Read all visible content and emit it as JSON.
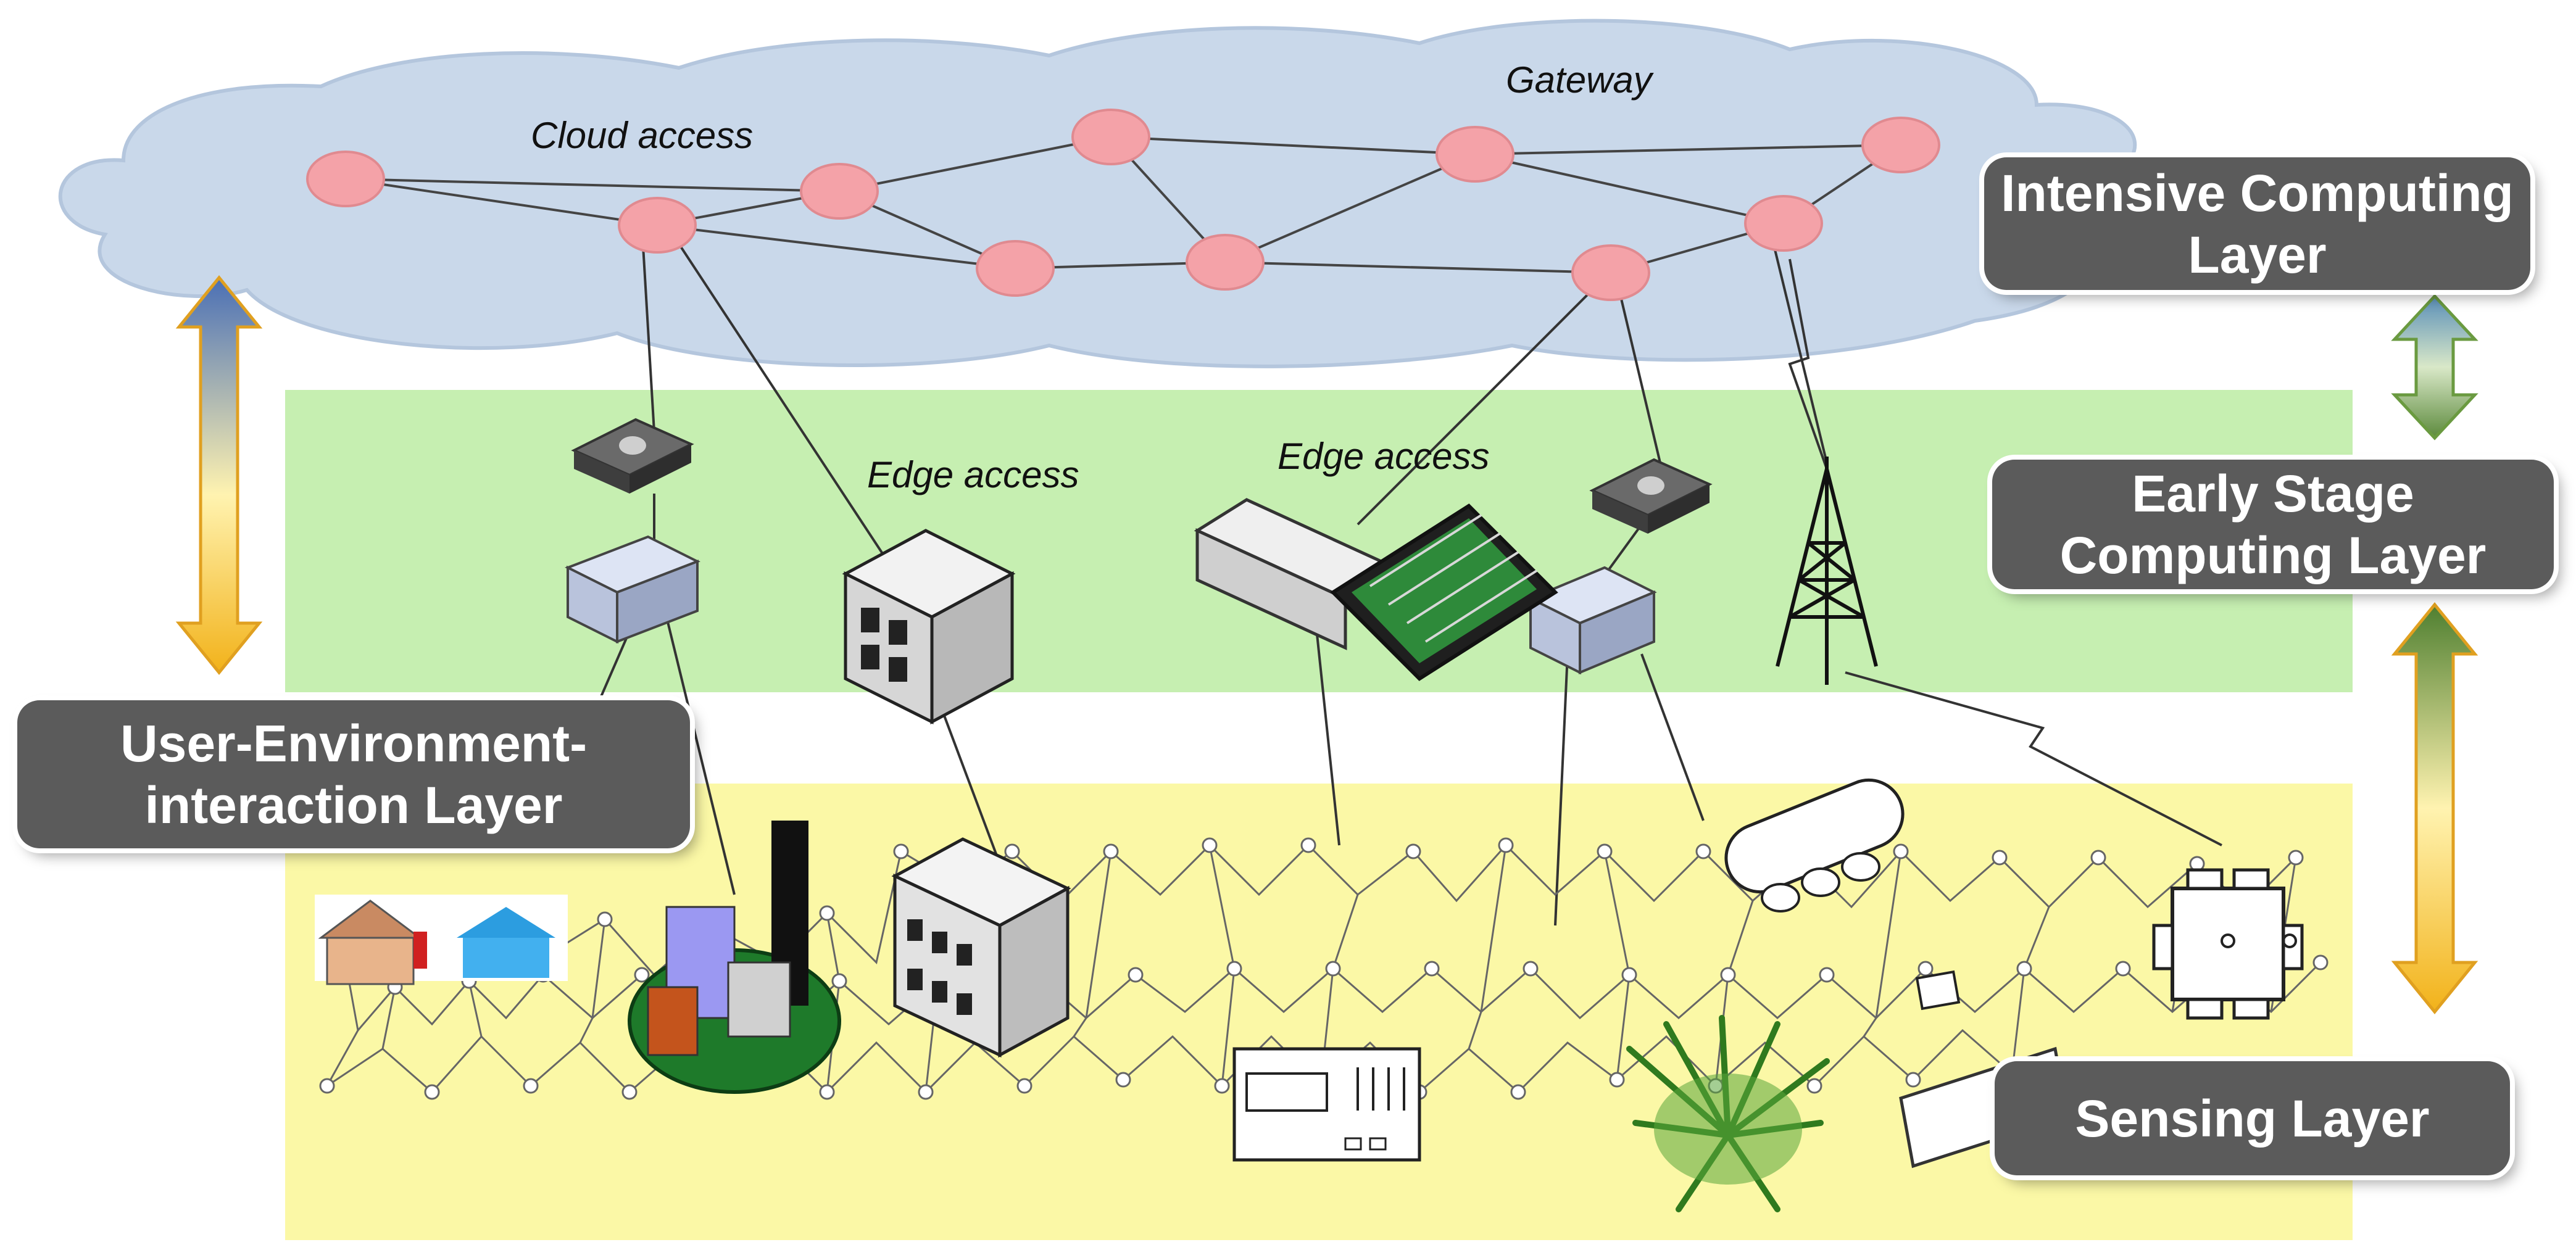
{
  "labels": {
    "cloud_access": "Cloud access",
    "gateway": "Gateway",
    "edge_access_1": "Edge access",
    "edge_access_2": "Edge access"
  },
  "layers": {
    "intensive": "Intensive Computing Layer",
    "early_stage": "Early Stage Computing Layer",
    "user_env": "User-Environment-interaction Layer",
    "sensing": "Sensing Layer"
  },
  "colors": {
    "cloud": "#c9d8ea",
    "edge_band": "#c6efb1",
    "sensing_band": "#fbf8a6",
    "cloud_node": "#f4a2a8",
    "layer_label": "#5b5b5b"
  },
  "icons": [
    "router-icon",
    "switch-icon",
    "server-icon",
    "switch-chassis-icon",
    "cell-tower-icon",
    "house-icon",
    "city-icon",
    "building-icon",
    "bus-icon",
    "appliance-icon",
    "plant-icon",
    "table-icon",
    "sensor-icon"
  ]
}
